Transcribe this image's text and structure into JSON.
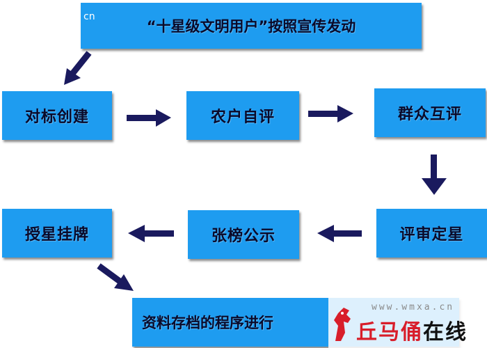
{
  "title": {
    "tag": "cn",
    "text": "“十星级文明用户”按照宣传发动"
  },
  "steps": [
    {
      "label": "对标创建"
    },
    {
      "label": "农户自评"
    },
    {
      "label": "群众互评"
    },
    {
      "label": "评审定星"
    },
    {
      "label": "张榜公示"
    },
    {
      "label": "授星挂牌"
    }
  ],
  "final": {
    "label": "资料存档的程序进行"
  },
  "watermark": {
    "url": "www.wmxa.cn",
    "brand_red": "丘马俑",
    "brand_black": "在线"
  },
  "colors": {
    "box": "#1e9cf0",
    "arrow": "#1a1a5e",
    "text": "#0a0a2a",
    "brand": "#d81e2a"
  }
}
